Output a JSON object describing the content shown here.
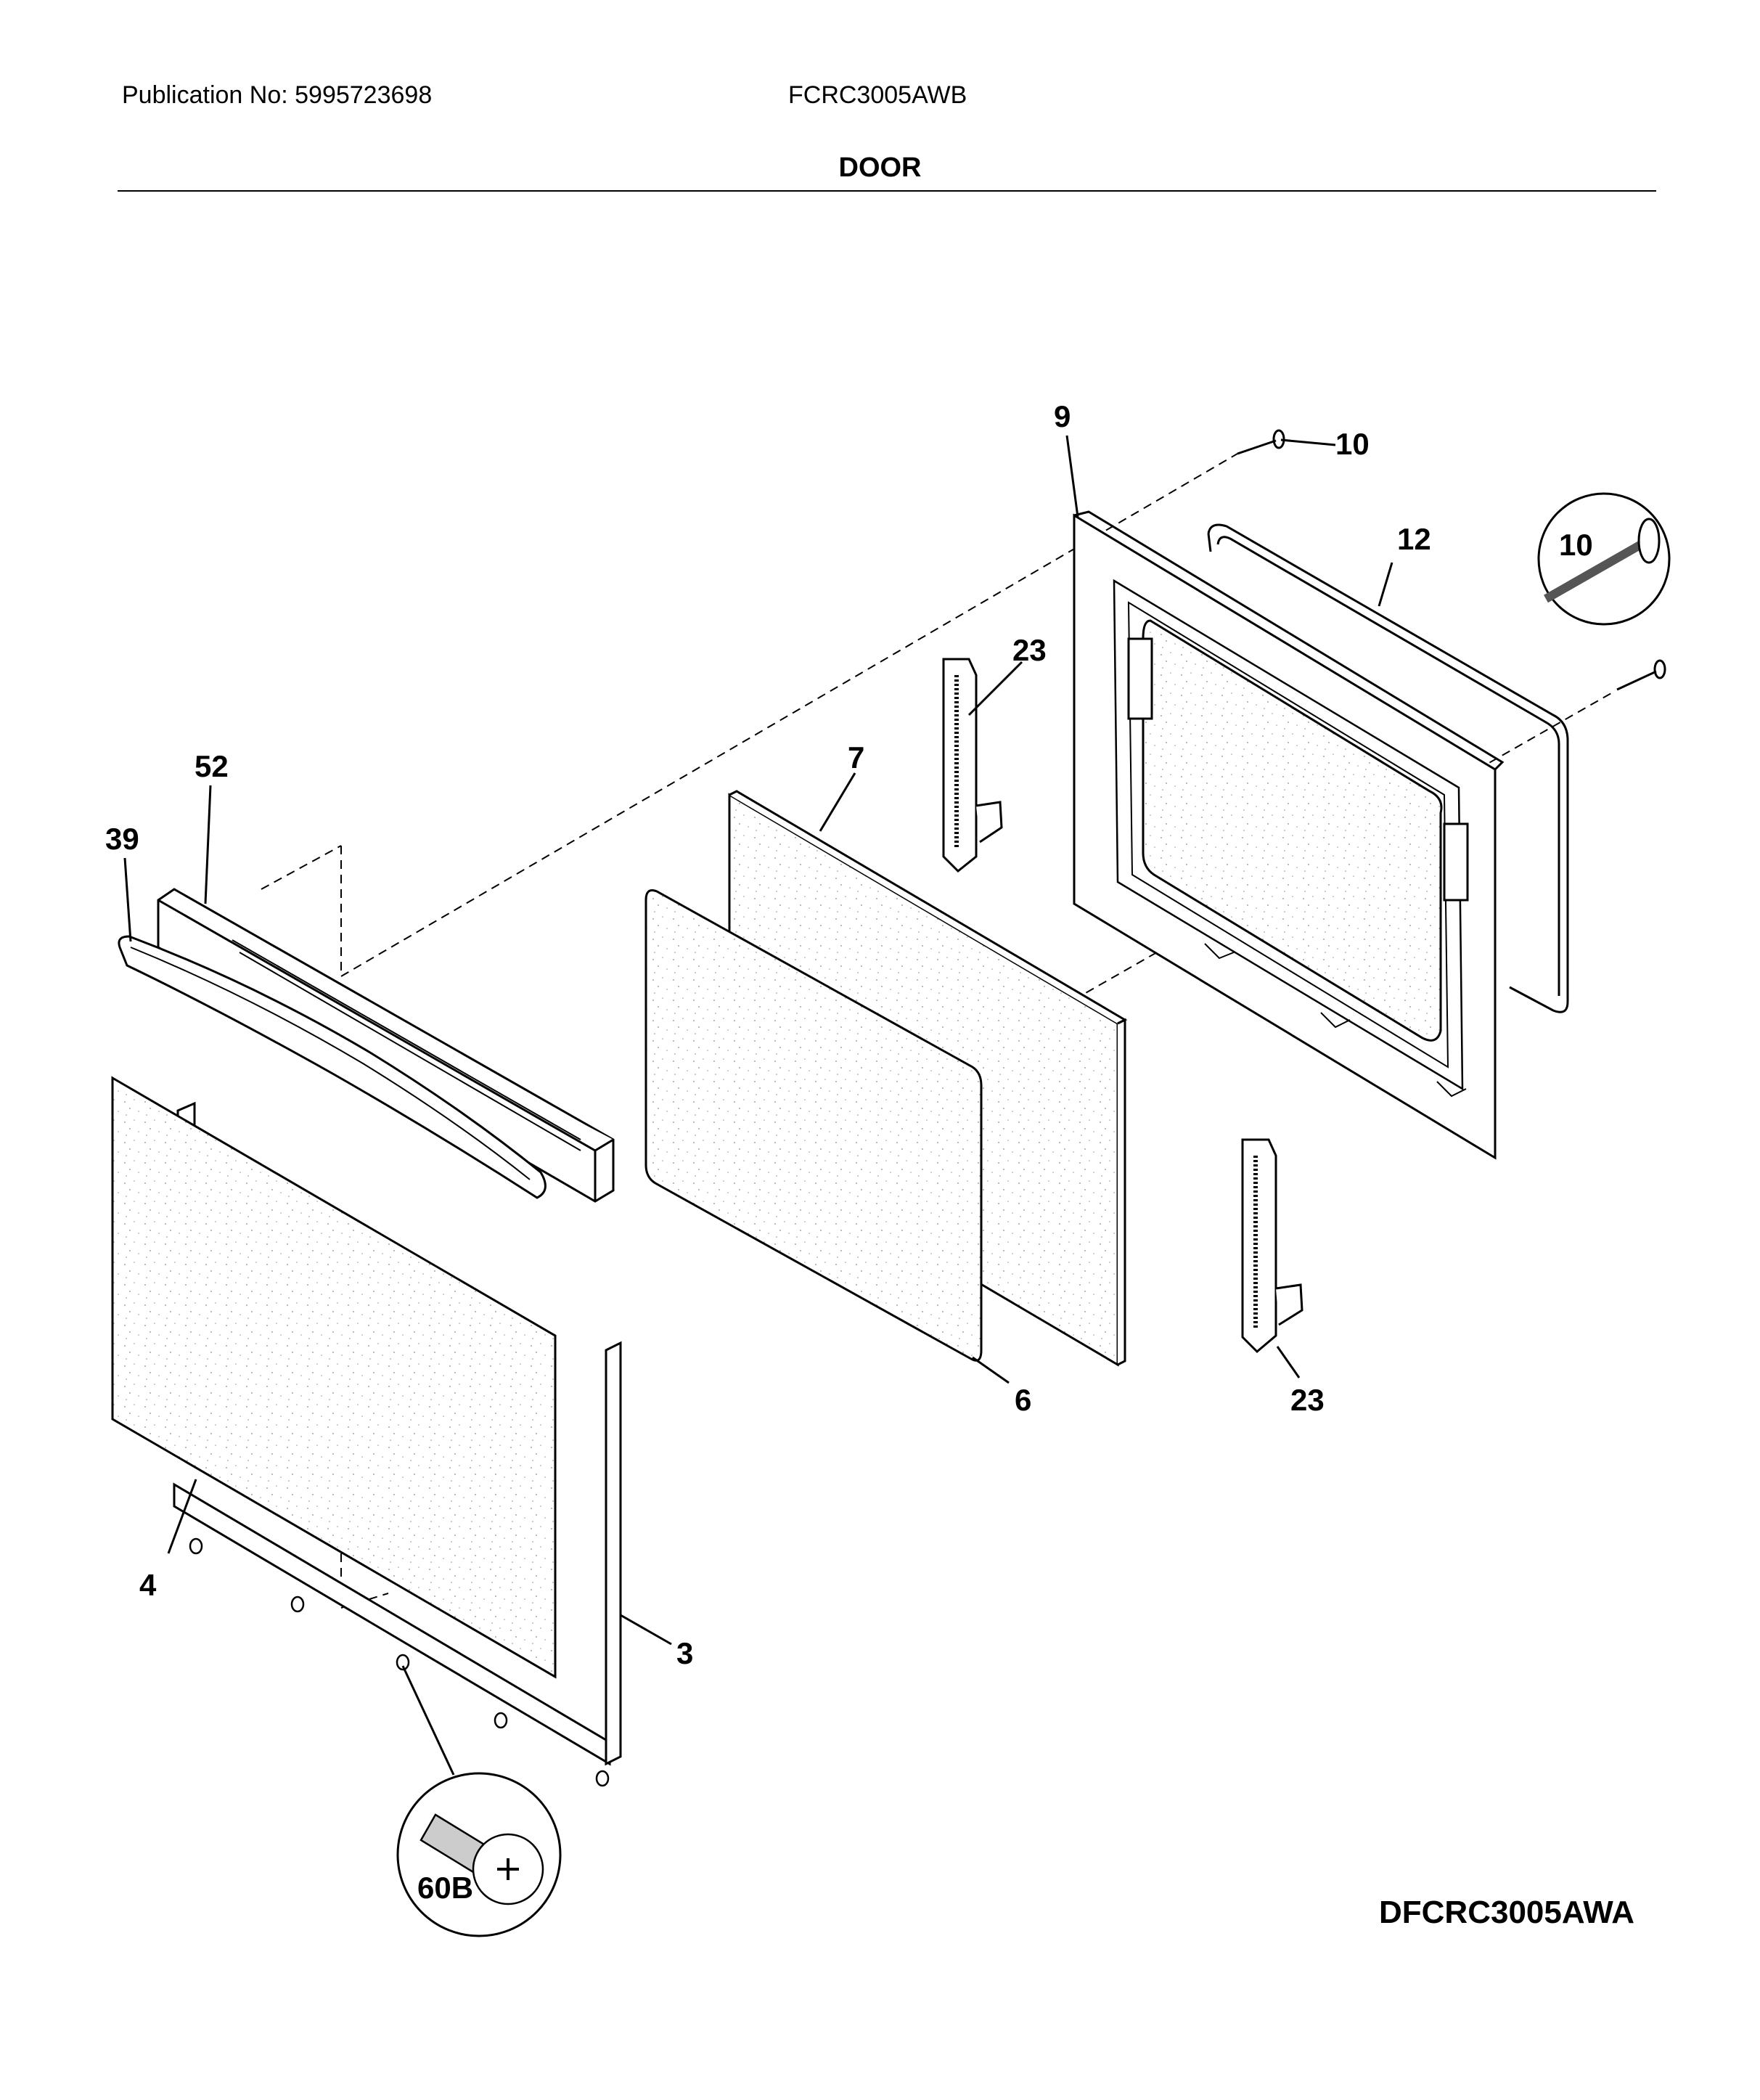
{
  "header": {
    "publication": "Publication No: 5995723698",
    "model": "FCRC3005AWB",
    "section": "DOOR"
  },
  "callouts": {
    "c9": "9",
    "c10a": "10",
    "c10b": "10",
    "c12": "12",
    "c23a": "23",
    "c23b": "23",
    "c7": "7",
    "c52": "52",
    "c39": "39",
    "c6": "6",
    "c4": "4",
    "c3": "3",
    "c60b": "60B"
  },
  "footer": {
    "diagram_code": "DFCRC3005AWA"
  }
}
